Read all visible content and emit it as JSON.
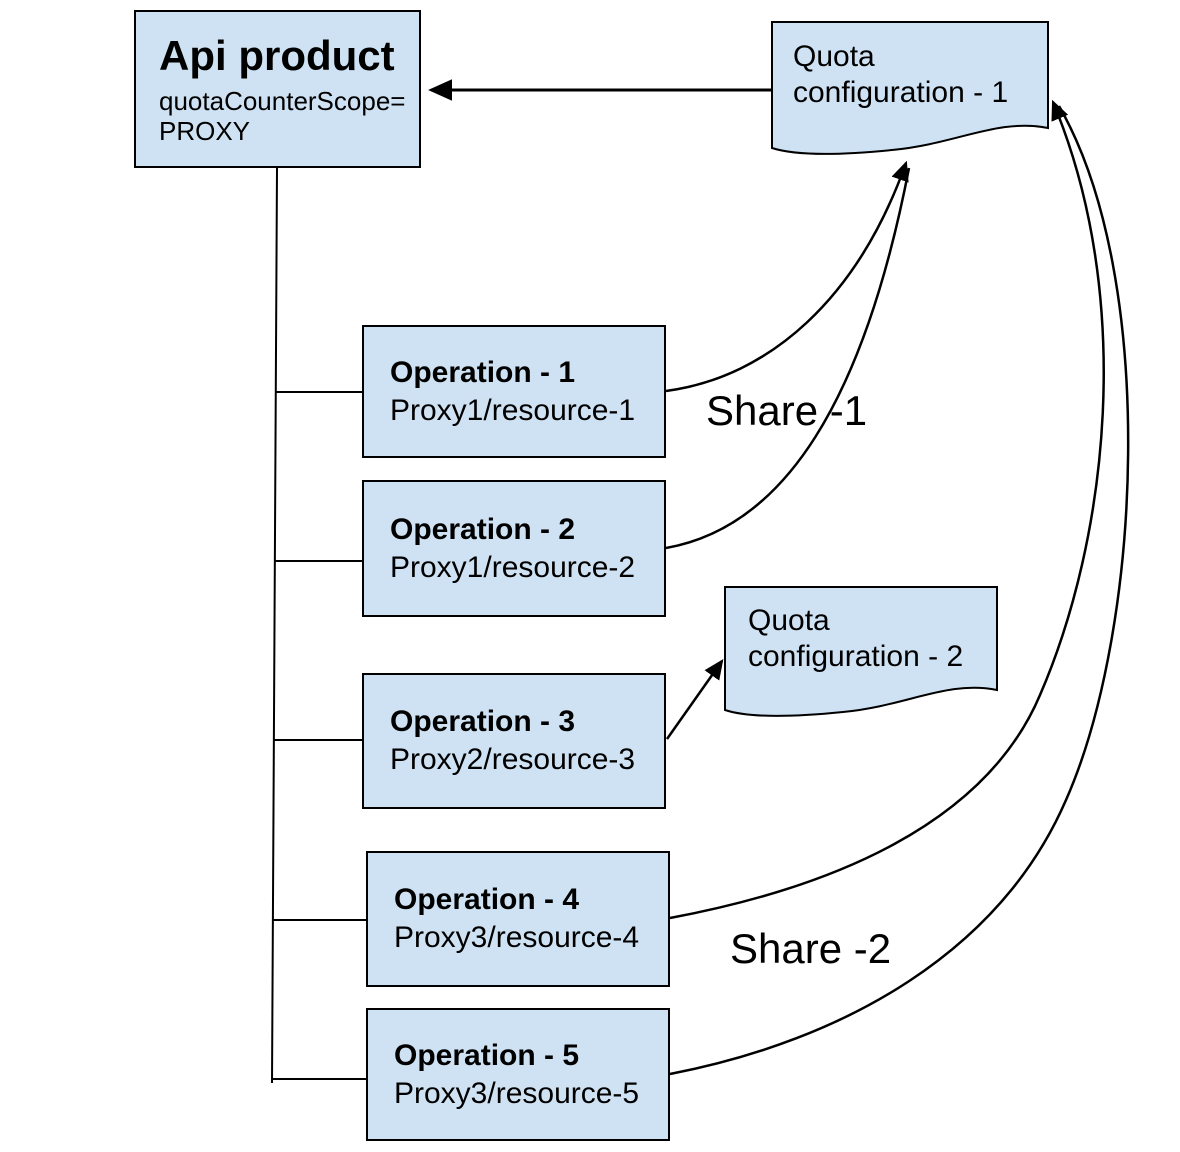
{
  "colors": {
    "node_fill": "#cfe2f3",
    "node_stroke": "#000000",
    "connector": "#000000",
    "background": "#ffffff"
  },
  "nodes": {
    "api_product": {
      "title": "Api product",
      "line1": "quotaCounterScope=",
      "line2": "PROXY"
    },
    "quota_config_1": {
      "line1": "Quota",
      "line2": "configuration - 1"
    },
    "quota_config_2": {
      "line1": "Quota",
      "line2": "configuration - 2"
    },
    "operations": [
      {
        "title": "Operation - 1",
        "subtitle": "Proxy1/resource-1"
      },
      {
        "title": "Operation - 2",
        "subtitle": "Proxy1/resource-2"
      },
      {
        "title": "Operation - 3",
        "subtitle": "Proxy2/resource-3"
      },
      {
        "title": "Operation - 4",
        "subtitle": "Proxy3/resource-4"
      },
      {
        "title": "Operation - 5",
        "subtitle": "Proxy3/resource-5"
      }
    ]
  },
  "labels": {
    "share1": "Share -1",
    "share2": "Share -2"
  }
}
